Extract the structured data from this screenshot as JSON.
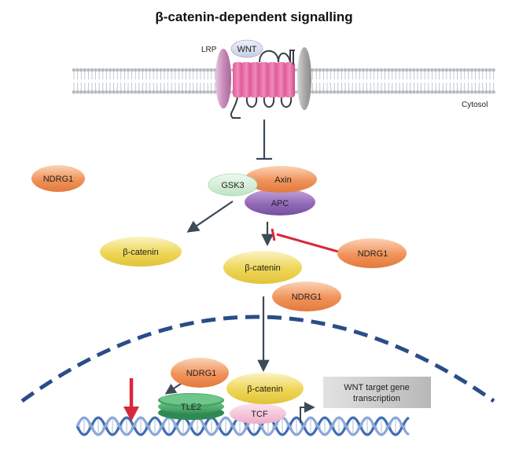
{
  "title": "β-catenin-dependent signalling",
  "labels": {
    "lrp": "LRP",
    "wnt": "WNT",
    "cytosol": "Cytosol",
    "ndrg1_left": "NDRG1",
    "gsk3": "GSK3",
    "axin": "Axin",
    "apc": "APC",
    "bcatenin_free": "β-catenin",
    "bcatenin_center": "β-catenin",
    "ndrg1_inhibitor": "NDRG1",
    "ndrg1_center": "NDRG1",
    "ndrg1_nucleus": "NDRG1",
    "bcatenin_nucleus": "β-catenin",
    "tle2": "TLE2",
    "tcf": "TCF",
    "target_line1": "WNT target gene",
    "target_line2": "transcription"
  },
  "colors": {
    "orange": "#f0935a",
    "yellow": "#eed656",
    "purple": "#8f67b5",
    "green_light": "#c5e8c9",
    "green": "#4dae6f",
    "pink": "#f3b8d2",
    "magenta": "#d95c98",
    "membrane": "#b6bcc3",
    "lrp": "#c98bb9",
    "arrow_dark": "#3d4a57",
    "inhibit_red": "#d7283a",
    "nucleus": "#2a4d87",
    "dna": "#6e8cc0",
    "box_grey": "#c9c9c9"
  }
}
